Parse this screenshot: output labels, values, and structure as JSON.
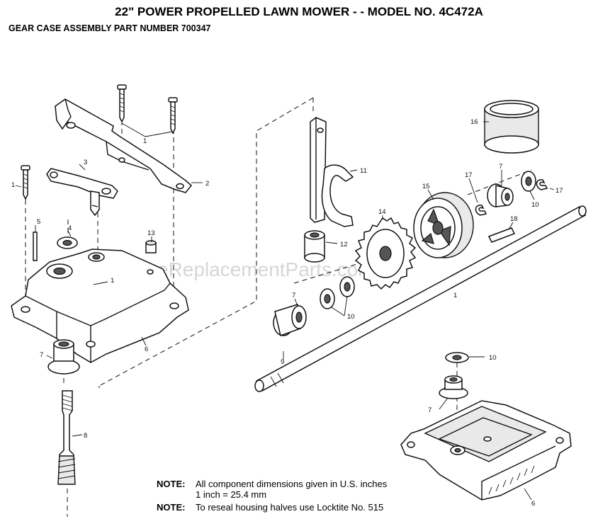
{
  "header": {
    "title": "22\" POWER PROPELLED LAWN MOWER - - MODEL NO. 4C472A",
    "subtitle": "GEAR CASE ASSEMBLY PART NUMBER 700347"
  },
  "watermark": "eReplacementParts.com",
  "callouts": {
    "c1a": "1",
    "c1b": "1",
    "c1c": "1",
    "c1d": "1",
    "c2": "2",
    "c3": "3",
    "c4": "4",
    "c5": "5",
    "c6a": "6",
    "c6b": "6",
    "c7a": "7",
    "c7b": "7",
    "c7c": "7",
    "c7d": "7",
    "c8": "8",
    "c9": "9",
    "c10a": "10",
    "c10b": "10",
    "c10c": "10",
    "c11": "11",
    "c12": "12",
    "c13": "13",
    "c14": "14",
    "c15": "15",
    "c16": "16",
    "c17a": "17",
    "c17b": "17",
    "c18": "18"
  },
  "notes": {
    "label1": "NOTE:",
    "text1": "All component dimensions given in U.S. inches",
    "text1b": "1 inch = 25.4 mm",
    "label2": "NOTE:",
    "text2": "To reseal housing halves use Locktite No. 515"
  }
}
